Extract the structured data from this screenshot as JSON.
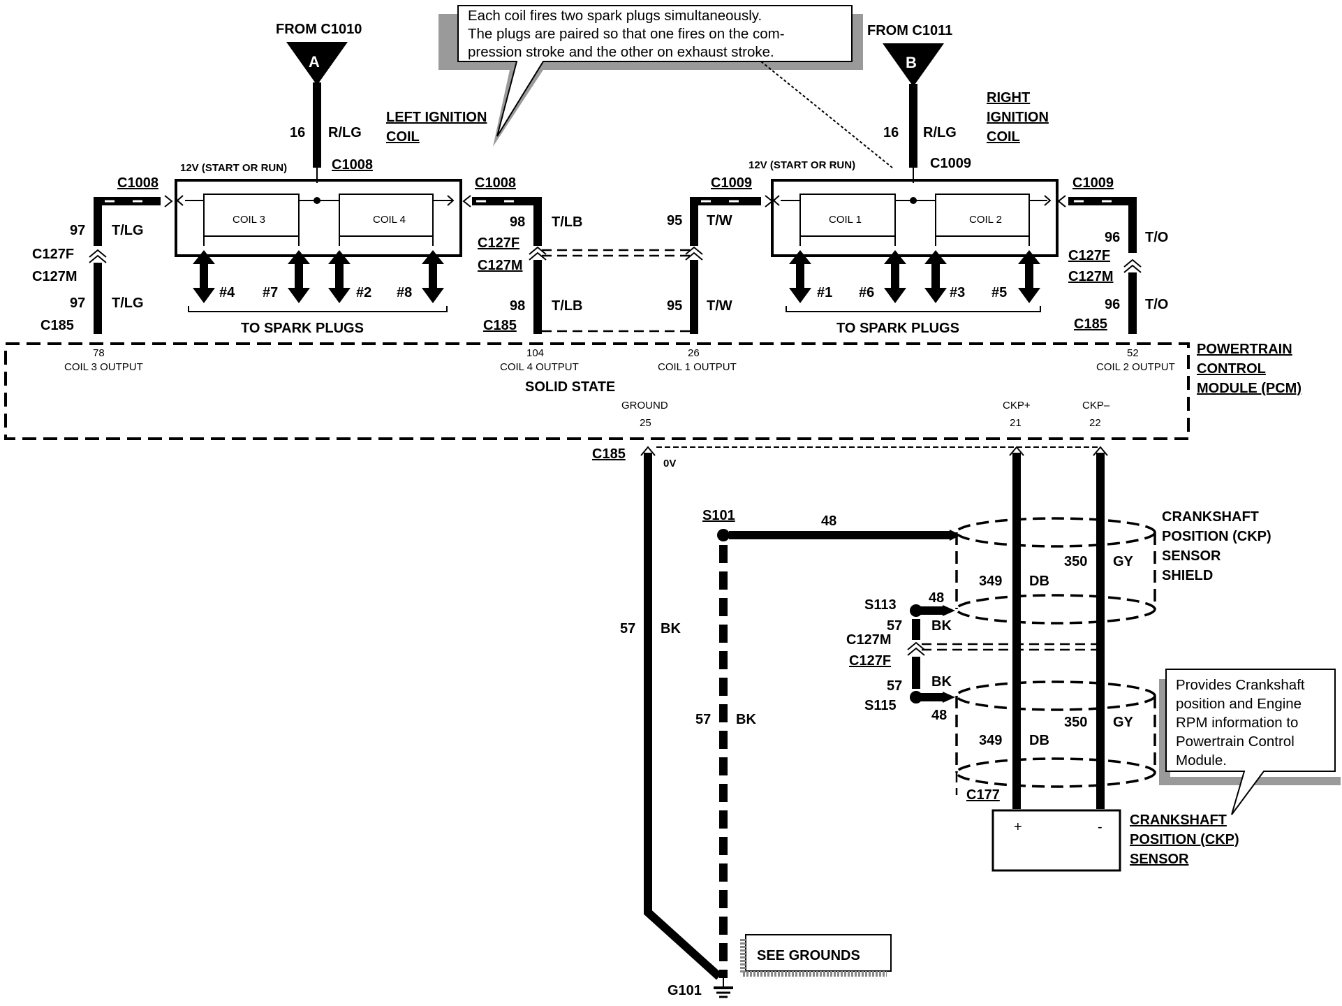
{
  "notes": {
    "coil_lines": [
      "Each coil fires two spark plugs simultaneously.",
      "The plugs are paired so that one fires on the com-",
      "pression  stroke and the other on exhaust stroke."
    ],
    "ckp_lines": [
      "Provides Crankshaft",
      "position and Engine",
      "RPM information to",
      "Powertrain  Control",
      "Module."
    ]
  },
  "feeds": {
    "a": {
      "from": "FROM C1010",
      "letter": "A",
      "circuit": "16",
      "color": "R/LG",
      "connector": "C1008"
    },
    "b": {
      "from": "FROM C1011",
      "letter": "B",
      "circuit": "16",
      "color": "R/LG",
      "connector": "C1009"
    }
  },
  "left_coil": {
    "title": [
      "LEFT IGNITION",
      "COIL"
    ],
    "supply": "12V (START OR RUN)",
    "coil_a": "COIL 3",
    "coil_b": "COIL 4",
    "conn_left": "C1008",
    "conn_right": "C1008",
    "plugs": [
      "#4",
      "#7",
      "#2",
      "#8"
    ],
    "to_plugs": "TO SPARK PLUGS"
  },
  "right_coil": {
    "title": [
      "RIGHT",
      "IGNITION",
      "COIL"
    ],
    "supply": "12V (START OR RUN)",
    "coil_a": "COIL 1",
    "coil_b": "COIL 2",
    "conn_left": "C1009",
    "conn_right": "C1009",
    "plugs": [
      "#1",
      "#6",
      "#3",
      "#5"
    ],
    "to_plugs": "TO SPARK PLUGS"
  },
  "wires": {
    "w97": {
      "circuit": "97",
      "color": "T/LG"
    },
    "w98": {
      "circuit": "98",
      "color": "T/LB"
    },
    "w95": {
      "circuit": "95",
      "color": "T/W"
    },
    "w96": {
      "circuit": "96",
      "color": "T/O"
    },
    "w57": {
      "circuit": "57",
      "color": "BK"
    },
    "w48": {
      "circuit": "48"
    },
    "w349": {
      "circuit": "349",
      "color": "DB"
    },
    "w350": {
      "circuit": "350",
      "color": "GY"
    }
  },
  "connectors": {
    "c127f": "C127F",
    "c127m": "C127M",
    "c185": "C185",
    "c177": "C177",
    "s101": "S101",
    "s113": "S113",
    "s115": "S115",
    "g101": "G101"
  },
  "pcm": {
    "title": [
      "POWERTRAIN",
      "CONTROL",
      "MODULE (PCM)"
    ],
    "solid_state": "SOLID STATE",
    "pin78": "78",
    "pin78_label": "COIL 3 OUTPUT",
    "pin104": "104",
    "pin104_label": "COIL 4 OUTPUT",
    "pin26": "26",
    "pin26_label": "COIL 1 OUTPUT",
    "pin52": "52",
    "pin52_label": "COIL 2 OUTPUT",
    "ground_label": "GROUND",
    "ground_pin": "25",
    "ckp_plus": "CKP+",
    "ckp_plus_pin": "21",
    "ckp_minus": "CKP–",
    "ckp_minus_pin": "22",
    "zero_v": "0V"
  },
  "shield": {
    "title": [
      "CRANKSHAFT",
      "POSITION (CKP)",
      "SENSOR",
      "SHIELD"
    ]
  },
  "sensor": {
    "title": [
      "CRANKSHAFT",
      "POSITION (CKP)",
      "SENSOR"
    ],
    "plus": "+",
    "minus": "-"
  },
  "see_grounds": "SEE GROUNDS"
}
